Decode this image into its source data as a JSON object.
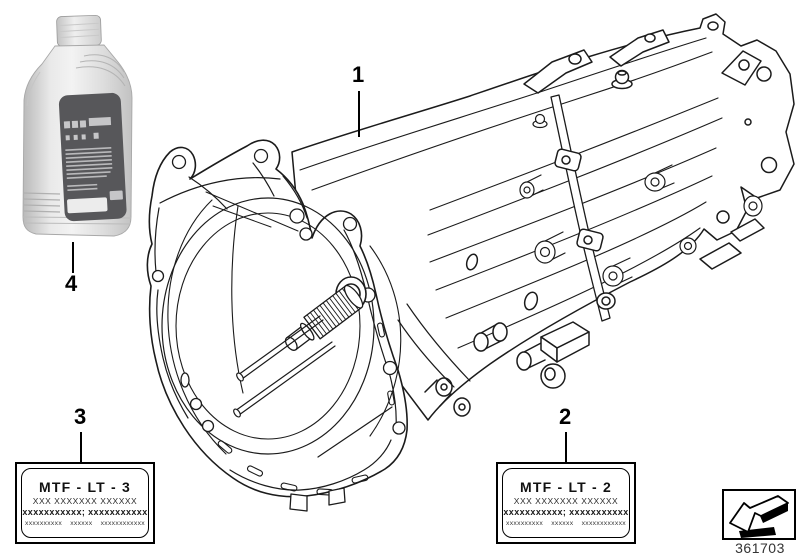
{
  "diagram": {
    "doc_number": "361703",
    "line_color": "#1b1b1b",
    "colors": {
      "bottle_label_bg": "#57575a",
      "doc_number_color": "#333333"
    },
    "callouts": [
      {
        "number": "1"
      },
      {
        "number": "2"
      },
      {
        "number": "3"
      },
      {
        "number": "4"
      }
    ],
    "spec_labels": [
      {
        "title": "MTF - LT - 3",
        "line2": "XXX XXXXXXX XXXXXX",
        "line3": "xxxxxxxxxxx; xxxxxxxxxxx",
        "line4": "xxxxxxxxxx xxxxxx xxxxxxxxxxxx"
      },
      {
        "title": "MTF - LT - 2",
        "line2": "XXX XXXXXXX XXXXXX",
        "line3": "xxxxxxxxxxx; xxxxxxxxxxx",
        "line4": "xxxxxxxxxx xxxxxx xxxxxxxxxxxx"
      }
    ],
    "icons": {
      "page_arrow": "page-turn-arrow-icon"
    }
  }
}
